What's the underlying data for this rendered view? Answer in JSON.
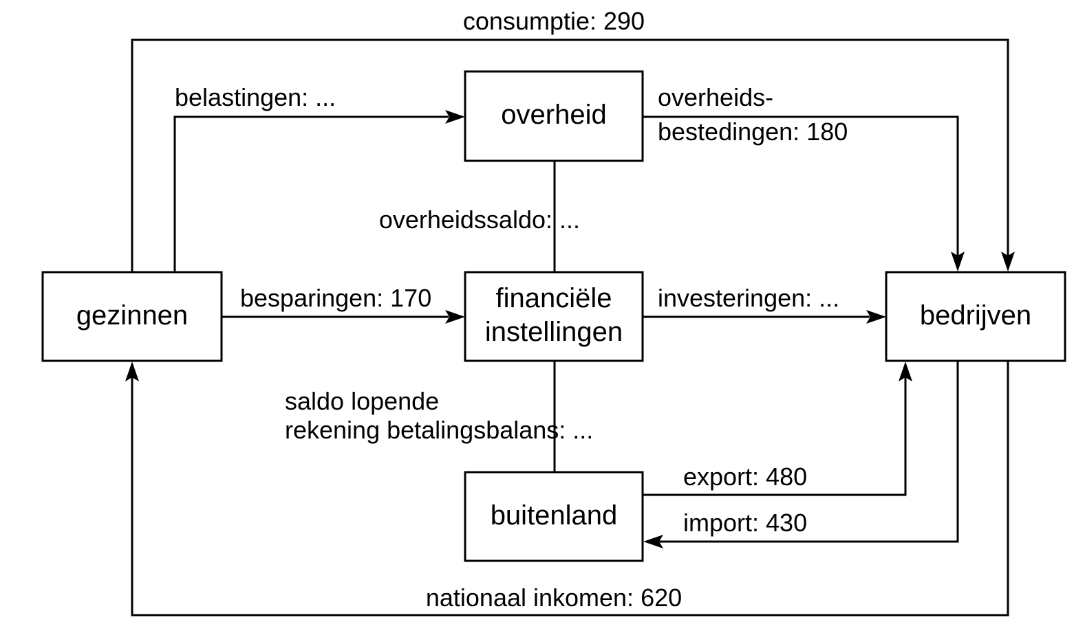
{
  "diagram": {
    "nodes": {
      "gezinnen": [
        "gezinnen"
      ],
      "overheid": [
        "overheid"
      ],
      "financiele": [
        "financiële",
        "instellingen"
      ],
      "bedrijven": [
        "bedrijven"
      ],
      "buitenland": [
        "buitenland"
      ]
    },
    "flows": {
      "consumptie": [
        "consumptie: 290"
      ],
      "belastingen": [
        "belastingen: ..."
      ],
      "overheidsbestedingen": [
        "overheids-",
        "bestedingen: 180"
      ],
      "overheidssaldo": [
        "overheidssaldo: ..."
      ],
      "besparingen": [
        "besparingen: 170"
      ],
      "investeringen": [
        "investeringen: ..."
      ],
      "saldo_lopende_rekening": [
        "saldo lopende",
        "rekening betalingsbalans: ..."
      ],
      "export": [
        "export: 480"
      ],
      "import": [
        "import: 430"
      ],
      "nationaal_inkomen": [
        "nationaal inkomen: 620"
      ]
    }
  }
}
